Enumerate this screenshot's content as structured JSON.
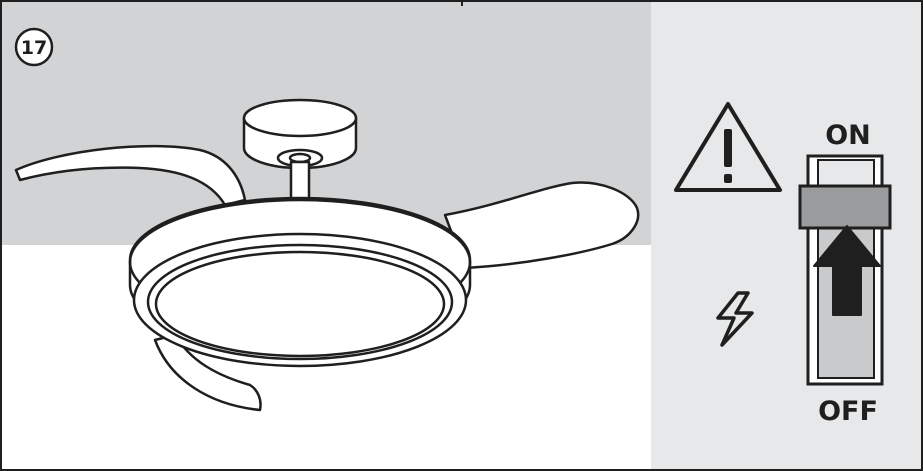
{
  "step_badge": {
    "number": "17"
  },
  "switch": {
    "on_label": "ON",
    "off_label": "OFF",
    "state": "on"
  },
  "icons": [
    "warning-triangle-icon",
    "lightning-bolt-icon",
    "up-arrow-icon",
    "ceiling-fan-illustration"
  ],
  "colors": {
    "ceiling_gray": "#d2d3d5",
    "panel_gray": "#e7e8e9",
    "toggle_gray": "#9a9b9d",
    "stroke": "#1f1f1f",
    "switch_track": "#c9cacb"
  }
}
